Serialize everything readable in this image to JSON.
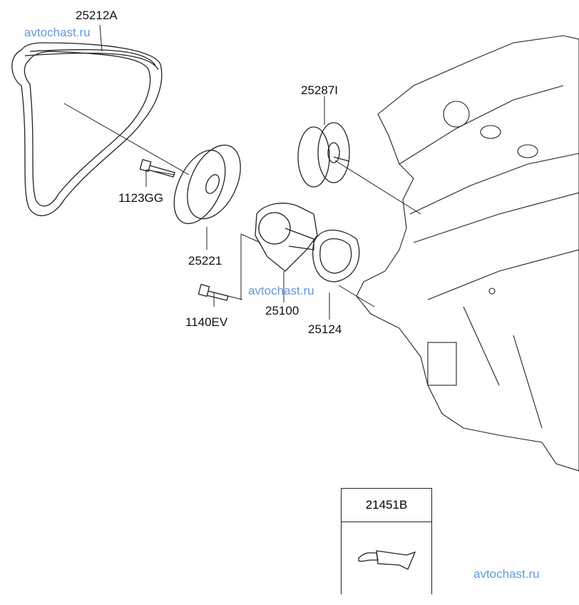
{
  "parts": {
    "belt": "25212A",
    "tensioner_pulley": "25287I",
    "pulley_bolt": "1123GG",
    "pump_pulley": "25221",
    "water_pump": "25100",
    "pump_bolt": "1140EV",
    "gasket": "25124",
    "sealant": "21451B"
  },
  "watermarks": [
    "avtochast.ru",
    "avtochast.ru",
    "avtochast.ru"
  ]
}
